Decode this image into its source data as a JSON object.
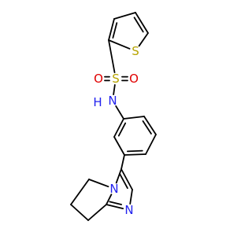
{
  "figure": {
    "colors": {
      "bond": "#000000",
      "S": "#b7a400",
      "O": "#e00000",
      "N": "#2222ee",
      "H": "#2222ee",
      "background": "#ffffff"
    },
    "atoms": [
      {
        "id": "S_thio",
        "label": "S",
        "element": "S"
      },
      {
        "id": "S_sulf",
        "label": "S",
        "element": "S"
      },
      {
        "id": "O1",
        "label": "O",
        "element": "O"
      },
      {
        "id": "O2",
        "label": "O",
        "element": "O"
      },
      {
        "id": "NH",
        "label": "H",
        "element": "H"
      },
      {
        "id": "N_amide",
        "label": "N",
        "element": "N"
      },
      {
        "id": "N_imid1",
        "label": "N",
        "element": "N"
      },
      {
        "id": "N_imid2",
        "label": "N",
        "element": "N"
      }
    ]
  }
}
